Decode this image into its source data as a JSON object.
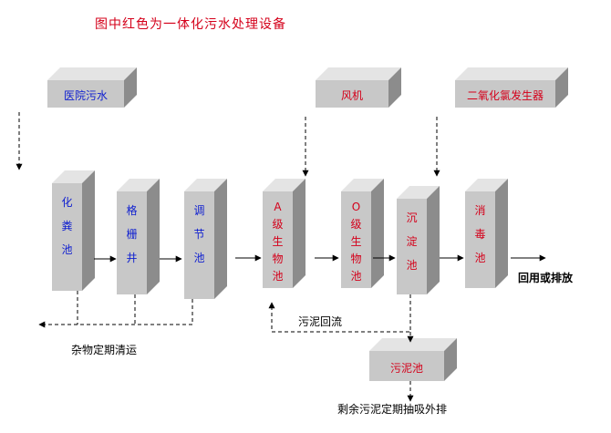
{
  "title": "图中红色为一体化污水处理设备",
  "sources": [
    {
      "id": "hospital-sewage",
      "label": "医院污水",
      "color": "#1020d0"
    },
    {
      "id": "blower",
      "label": "风机",
      "color": "#d4001a"
    },
    {
      "id": "chlorine-dioxide-generator",
      "label": "二氧化氯发生器",
      "color": "#d4001a"
    }
  ],
  "tanks": [
    {
      "id": "septic-tank",
      "label": "化粪池",
      "color": "#1020d0"
    },
    {
      "id": "grille-well",
      "label": "格栅井",
      "color": "#1020d0"
    },
    {
      "id": "equalization-tank",
      "label": "调节池",
      "color": "#1020d0"
    },
    {
      "id": "a-stage-bio-tank",
      "label": "A级生物池",
      "color": "#d4001a"
    },
    {
      "id": "o-stage-bio-tank",
      "label": "O级生物池",
      "color": "#d4001a"
    },
    {
      "id": "sedimentation-tank",
      "label": "沉淀池",
      "color": "#d4001a"
    },
    {
      "id": "disinfection-tank",
      "label": "消毒池",
      "color": "#d4001a"
    }
  ],
  "sludge_tank": {
    "label": "污泥池",
    "color": "#d4001a"
  },
  "labels": {
    "reuse_discharge": "回用或排放",
    "sludge_return": "污泥回流",
    "debris_cleaning": "杂物定期清运",
    "sludge_pumping": "剩余污泥定期抽吸外排"
  }
}
